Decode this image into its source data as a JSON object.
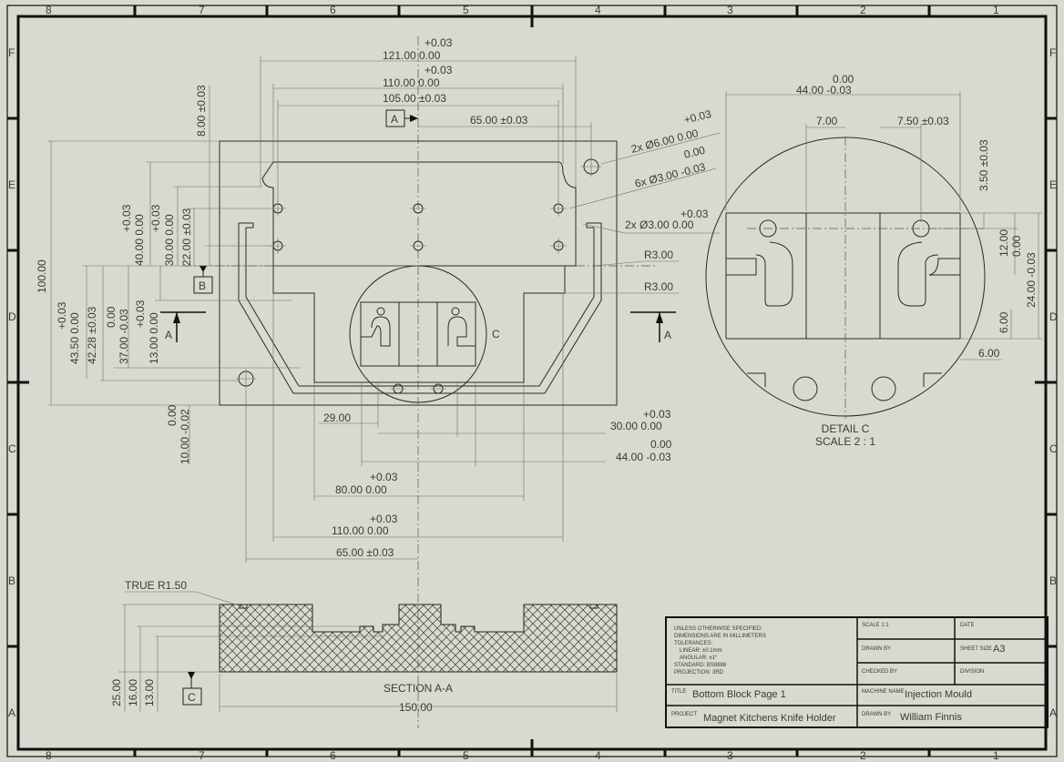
{
  "border": {
    "columns": [
      "8",
      "7",
      "6",
      "5",
      "4",
      "3",
      "2",
      "1"
    ],
    "rows": [
      "F",
      "E",
      "D",
      "C",
      "B",
      "A"
    ]
  },
  "top_view": {
    "datum_a": "A",
    "datum_b": "B",
    "section_marker": "A",
    "dims_top": [
      {
        "tol": "+0.03",
        "value": "121.00  0.00"
      },
      {
        "tol": "+0.03",
        "value": "110.00  0.00"
      },
      {
        "tol": "",
        "value": "105.00 ±0.03"
      },
      {
        "tol": "",
        "value": "65.00 ±0.03"
      }
    ],
    "hole_callouts": [
      {
        "tol": "+0.03",
        "value": "2x Ø6.00  0.00"
      },
      {
        "tol": "0.00",
        "value": "6x Ø3.00 -0.03"
      },
      {
        "tol": "+0.03",
        "value": "2x Ø3.00  0.00"
      }
    ],
    "radii": [
      "R3.00",
      "R3.00"
    ],
    "dims_left": [
      {
        "tol": "",
        "value": "8.00 ±0.03"
      },
      {
        "tol": "+0.03",
        "value": "30.00  0.00"
      },
      {
        "tol": "",
        "value": "22.00 ±0.03"
      },
      {
        "tol": "+0.03",
        "value": "40.00  0.00"
      },
      {
        "tol": "",
        "value": "100.00"
      },
      {
        "tol": "+0.03",
        "value": "43.50  0.00"
      },
      {
        "tol": "",
        "value": "42.28 ±0.03"
      },
      {
        "tol": "0.00",
        "value": "37.00 -0.03"
      },
      {
        "tol": "+0.03",
        "value": "13.00  0.00"
      },
      {
        "tol": "0.00",
        "value": "10.00 -0.02"
      }
    ],
    "dims_bottom": [
      {
        "tol": "",
        "value": "29.00"
      },
      {
        "tol": "+0.03",
        "value": "30.00  0.00"
      },
      {
        "tol": "0.00",
        "value": "44.00 -0.03"
      },
      {
        "tol": "+0.03",
        "value": "80.00  0.00"
      },
      {
        "tol": "+0.03",
        "value": "110.00  0.00"
      },
      {
        "tol": "",
        "value": "65.00 ±0.03"
      }
    ],
    "detail_marker": "C"
  },
  "detail_view": {
    "dims": [
      {
        "tol": "0.00",
        "value": "44.00 -0.03"
      },
      {
        "tol": "",
        "value": "7.00"
      },
      {
        "tol": "",
        "value": "7.50 ±0.03"
      },
      {
        "tol": "",
        "value": "3.50 ±0.03"
      },
      {
        "tol": "",
        "value": "12.00"
      },
      {
        "tol": "0.00",
        "value": "24.00 -0.03"
      },
      {
        "tol": "",
        "value": "6.00"
      },
      {
        "tol": "",
        "value": "6.00"
      }
    ],
    "title": "DETAIL C",
    "scale": "SCALE 2 : 1"
  },
  "section_view": {
    "note": "TRUE R1.50",
    "datum_c": "C",
    "dims_left": [
      "25.00",
      "16.00",
      "13.00"
    ],
    "dim_bottom": "150.00",
    "title": "SECTION A-A"
  },
  "title_block": {
    "notes": [
      "UNLESS OTHERWISE SPECIFIED:",
      "DIMENSIONS ARE IN MILLIMETERS",
      "TOLERANCES:",
      "LINEAR: ±0.1mm",
      "ANGULAR: ±1°",
      "STANDARD: BS8888",
      "PROJECTION: 3RD"
    ],
    "scale_label": "SCALE 1:1",
    "date_label": "DATE",
    "drawn_label": "DRAWN BY",
    "size_label": "SHEET SIZE",
    "size_value": "A3",
    "checked_label": "CHECKED BY",
    "division_label": "DIVISION",
    "title_label": "TITLE",
    "title_value": "Bottom Block Page 1",
    "machine_label": "MACHINE NAME",
    "machine_value": "Injection Mould",
    "project_label": "PROJECT",
    "project_value": "Magnet Kitchens Knife Holder",
    "drawer_label": "DRAWN BY",
    "drawer_value": "William Finnis"
  }
}
